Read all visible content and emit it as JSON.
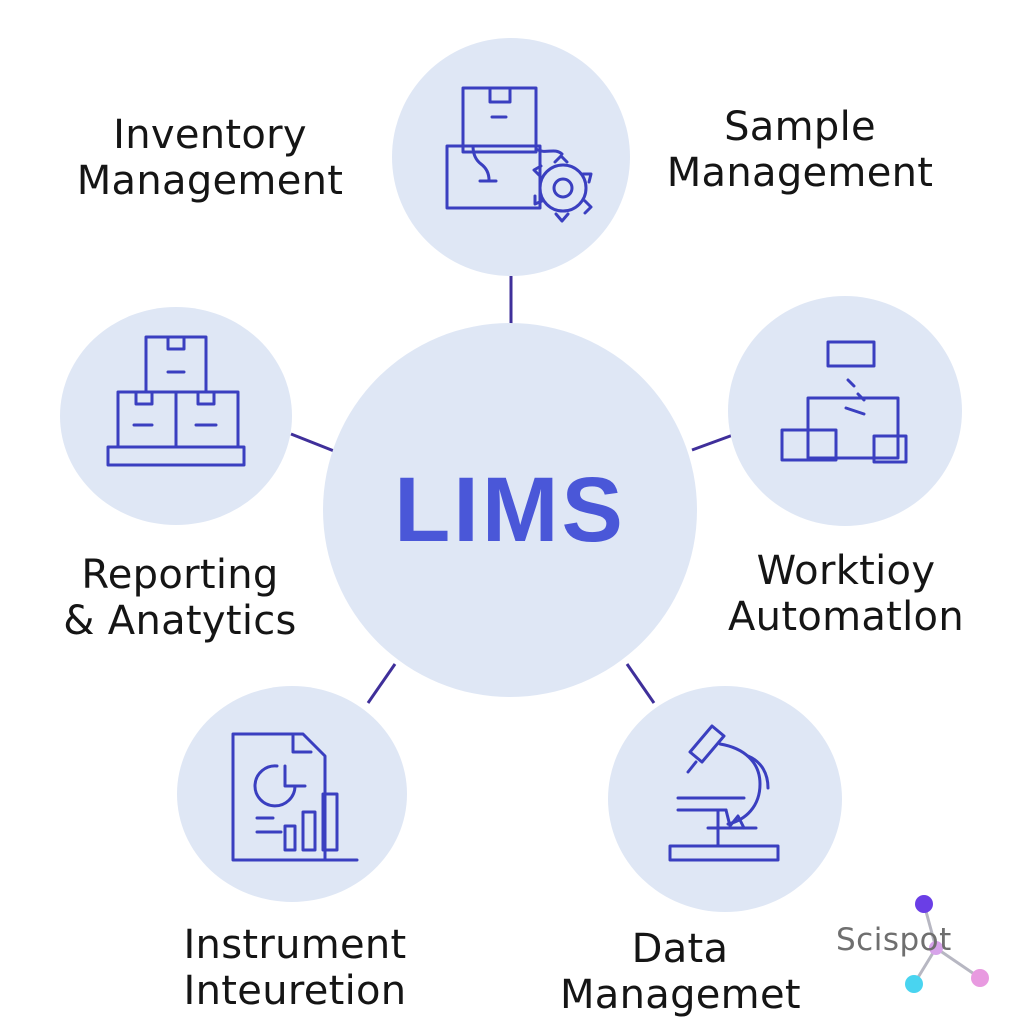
{
  "center": {
    "label": "LIMS"
  },
  "nodes": [
    {
      "id": "inventory",
      "icon": "boxes-gear-icon",
      "label_lines": [
        "Inventory",
        "Management"
      ]
    },
    {
      "id": "sample",
      "icon": "workflow-blocks-icon",
      "label_lines": [
        "Sample",
        "Management"
      ]
    },
    {
      "id": "reporting",
      "icon": "stacked-boxes-icon",
      "label_lines": [
        "Reporting",
        "& Anatytics"
      ]
    },
    {
      "id": "workflow",
      "icon": "microscope-icon",
      "label_lines": [
        "Worktioy",
        "Automatlon"
      ]
    },
    {
      "id": "instrument",
      "icon": "report-chart-icon",
      "label_lines": [
        "Instrument",
        "Inteuretion"
      ]
    },
    {
      "id": "data",
      "icon": "microscope-icon",
      "label_lines": [
        "Data",
        "Managemet"
      ]
    }
  ],
  "brand": {
    "name": "Scispot"
  },
  "colors": {
    "circle_fill": "#dfe7f5",
    "icon_stroke": "#3a3fc0",
    "center_text": "#4a57d8",
    "connector": "#3f2f9a",
    "label_text": "#151515",
    "brand_text": "#6f6f6f",
    "brand_dot_purple": "#6a3ee6",
    "brand_dot_cyan": "#49d4f0",
    "brand_dot_pink": "#e89ae0"
  }
}
